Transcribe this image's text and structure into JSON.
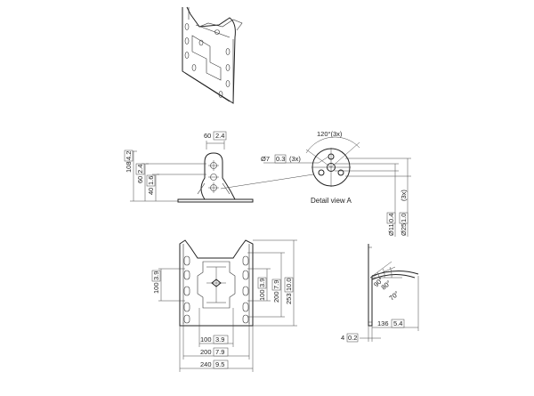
{
  "side_view": {
    "width_dim": {
      "mm": "60",
      "inch": "2.4"
    },
    "height_dim": {
      "mm": "108",
      "inch": "4.2"
    },
    "height_dim_2": {
      "mm": "60",
      "inch": "2.4"
    },
    "height_dim_3": {
      "mm": "40",
      "inch": "1.6"
    }
  },
  "detail": {
    "label": "Detail view A",
    "angle_dim": "120°(3x)",
    "hole_dim": {
      "prefix": "Ø7",
      "inch": "0.3",
      "suffix": "(3x)"
    },
    "dia_small": {
      "mm": "Ø11",
      "inch": "0.4"
    },
    "dia_large": {
      "mm": "Ø25",
      "inch": "1.0"
    },
    "dia_suffix": "(3x)"
  },
  "front_view": {
    "left_dim": {
      "mm": "100",
      "inch": "3.9"
    },
    "right_dims": [
      {
        "mm": "100",
        "inch": "3.9"
      },
      {
        "mm": "200",
        "inch": "7.9"
      },
      {
        "mm": "253",
        "inch": "10.0"
      }
    ],
    "bottom_dims": [
      {
        "mm": "100",
        "inch": "3.9"
      },
      {
        "mm": "200",
        "inch": "7.9"
      },
      {
        "mm": "240",
        "inch": "9.5"
      }
    ]
  },
  "profile_view": {
    "angles": [
      "90°",
      "80°",
      "70°"
    ],
    "thickness_dim": {
      "mm": "4",
      "inch": "0.2"
    },
    "depth_dim": {
      "mm": "136",
      "inch": "5.4"
    }
  }
}
